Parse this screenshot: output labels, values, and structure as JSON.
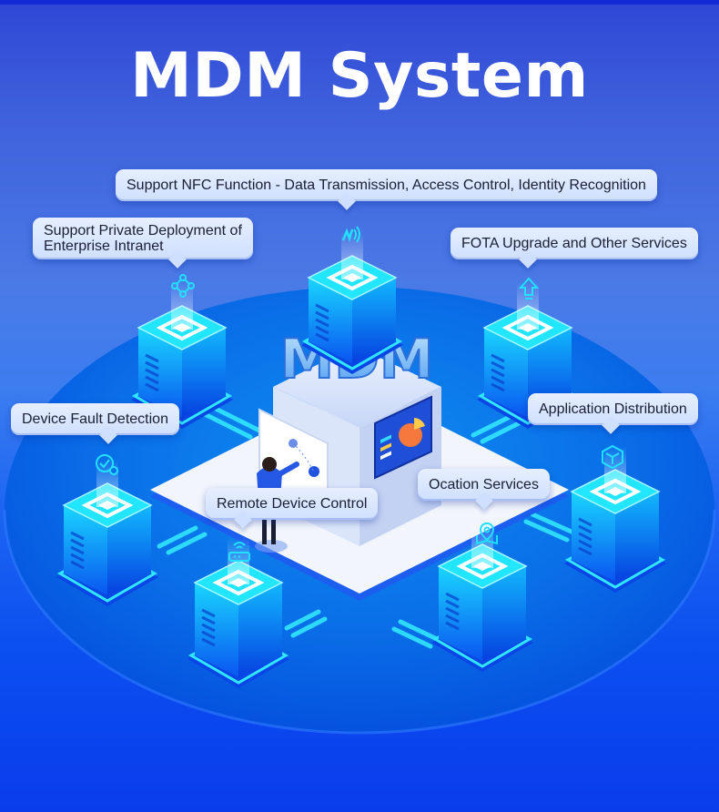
{
  "title": "MDM System",
  "center_label": "MDM",
  "callouts": {
    "nfc": "Support NFC Function - Data Transmission, Access Control, Identity Recognition",
    "private": "Support Private Deployment of",
    "private_line2": "Enterprise Intranet",
    "fota": "FOTA Upgrade and Other Services",
    "app": "Application Distribution",
    "fault": "Device Fault Detection",
    "remote": "Remote Device Control",
    "location": "Ocation Services"
  },
  "icons": {
    "nfc": "nfc-icon",
    "private": "network-nodes-icon",
    "fota": "upload-arrow-icon",
    "app": "package-cube-icon",
    "fault": "check-gear-icon",
    "remote": "wifi-router-icon",
    "location": "map-pin-icon"
  },
  "colors": {
    "background_top": "#2f47d6",
    "background_bottom": "#0a3cec",
    "accent_cyan": "#1ee6ff",
    "callout_bg": "#dce8ff",
    "callout_text": "#1a1f33",
    "chart_orange": "#f5783c",
    "chart_yellow": "#ffc94a"
  }
}
